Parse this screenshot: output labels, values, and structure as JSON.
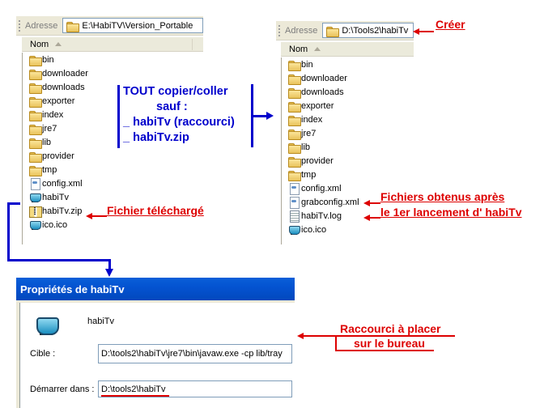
{
  "left_explorer": {
    "address_label": "Adresse",
    "address_value": "E:\\HabiTV\\Version_Portable",
    "column_name": "Nom",
    "items": [
      {
        "name": "bin",
        "type": "folder"
      },
      {
        "name": "downloader",
        "type": "folder"
      },
      {
        "name": "downloads",
        "type": "folder"
      },
      {
        "name": "exporter",
        "type": "folder"
      },
      {
        "name": "index",
        "type": "folder"
      },
      {
        "name": "jre7",
        "type": "folder"
      },
      {
        "name": "lib",
        "type": "folder"
      },
      {
        "name": "provider",
        "type": "folder"
      },
      {
        "name": "tmp",
        "type": "folder"
      },
      {
        "name": "config.xml",
        "type": "xml"
      },
      {
        "name": "habiTv",
        "type": "shortcut-tv"
      },
      {
        "name": "habiTv.zip",
        "type": "zip"
      },
      {
        "name": "ico.ico",
        "type": "tv"
      }
    ]
  },
  "right_explorer": {
    "address_label": "Adresse",
    "address_value": "D:\\Tools2\\habiTv",
    "column_name": "Nom",
    "items": [
      {
        "name": "bin",
        "type": "folder"
      },
      {
        "name": "downloader",
        "type": "folder"
      },
      {
        "name": "downloads",
        "type": "folder"
      },
      {
        "name": "exporter",
        "type": "folder"
      },
      {
        "name": "index",
        "type": "folder"
      },
      {
        "name": "jre7",
        "type": "folder"
      },
      {
        "name": "lib",
        "type": "folder"
      },
      {
        "name": "provider",
        "type": "folder"
      },
      {
        "name": "tmp",
        "type": "folder"
      },
      {
        "name": "config.xml",
        "type": "xml"
      },
      {
        "name": "grabconfig.xml",
        "type": "xml"
      },
      {
        "name": "habiTv.log",
        "type": "log"
      },
      {
        "name": "ico.ico",
        "type": "tv"
      }
    ]
  },
  "annotations": {
    "copy_note": [
      "TOUT copier/coller",
      "sauf :",
      "_ habiTv (raccourci)",
      "_ habiTv.zip"
    ],
    "create": "Créer",
    "downloaded_file": "Fichier téléchargé",
    "obtained_files": [
      "Fichiers obtenus après",
      "le 1er lancement d' habiTv"
    ],
    "shortcut_note": [
      "Raccourci à placer",
      "sur le bureau"
    ],
    "colors": {
      "blue": "#0000cc",
      "red": "#dd0000"
    }
  },
  "properties_dialog": {
    "title": "Propriétés de habiTv",
    "shortcut_name": "habiTv",
    "target_label": "Cible :",
    "target_value": "D:\\tools2\\habiTv\\jre7\\bin\\javaw.exe  -cp lib/tray",
    "start_in_label": "Démarrer dans :",
    "start_in_value": "D:\\tools2\\habiTv"
  }
}
